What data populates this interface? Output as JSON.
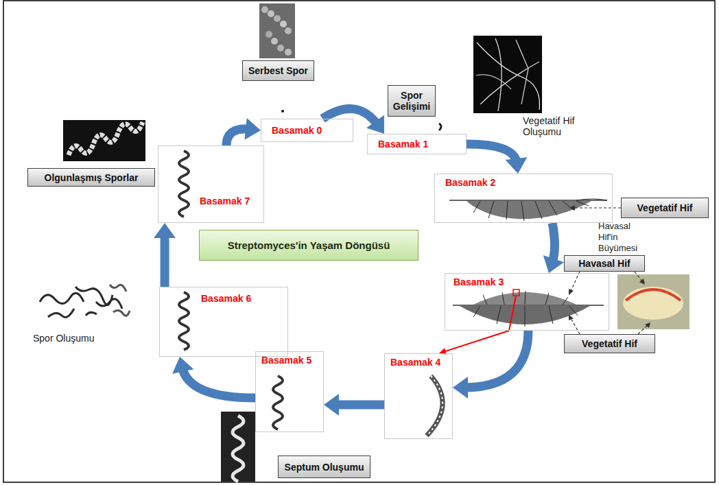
{
  "diagram": {
    "nodes": [
      {
        "text": [
          "Streptomyces'in Yaşam Döngüsü"
        ]
      },
      {
        "text": [
          "Serbest Spor"
        ]
      },
      {
        "text": [
          "Basamak 0"
        ]
      },
      {
        "text": [
          "Spor Gelişimi"
        ]
      },
      {
        "text": [
          "Basamak 1"
        ]
      },
      {
        "text": [
          "Basamak 2"
        ]
      },
      {
        "text": [
          "Vegetatif Hif"
        ]
      },
      {
        "text": [
          "Havasal Hif"
        ]
      },
      {
        "text": [
          "Basamak 3"
        ]
      },
      {
        "text": [
          "Vegetatif Hif"
        ]
      },
      {
        "text": [
          "Basamak 4"
        ]
      },
      {
        "text": [
          "Basamak 5"
        ]
      },
      {
        "text": [
          "Septum Oluşumu"
        ]
      },
      {
        "text": [
          "Basamak 6"
        ]
      },
      {
        "text": [
          "Basamak 7"
        ]
      },
      {
        "text": [
          "Olgunlaşmış Sporlar"
        ]
      }
    ],
    "edges": [
      {
        "from": 2,
        "to": 4,
        "arrow": "to"
      },
      {
        "from": 4,
        "to": 5,
        "arrow": "to"
      },
      {
        "from": 5,
        "to": 8,
        "arrow": "to"
      },
      {
        "from": 8,
        "to": 10,
        "arrow": "to"
      },
      {
        "from": 8,
        "to": 10,
        "arrow": "to"
      },
      {
        "from": 10,
        "to": 11,
        "arrow": "to"
      },
      {
        "from": 11,
        "to": 13,
        "arrow": "to"
      },
      {
        "from": 13,
        "to": 14,
        "arrow": "to"
      },
      {
        "from": 14,
        "to": 2,
        "arrow": "to"
      }
    ],
    "labels": [
      "Vegetatif Hif Oluşumu",
      "Havasal Hif'in Büyümesi",
      "Spor Oluşumu"
    ]
  }
}
